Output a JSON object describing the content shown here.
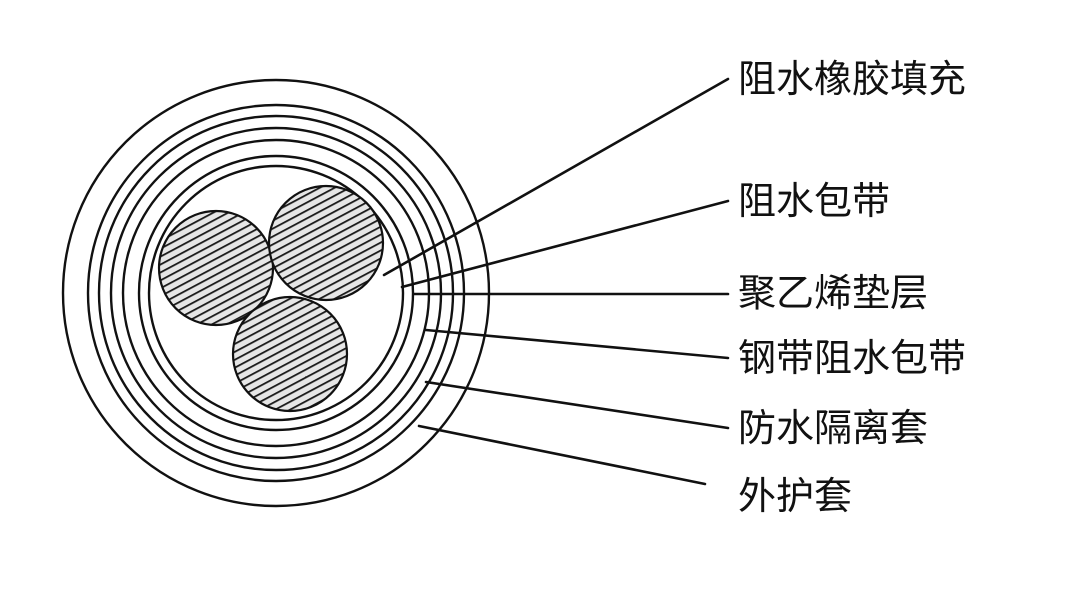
{
  "colors": {
    "line": "#111111",
    "background": "#ffffff",
    "hatch": "#1a1a1a",
    "hatch_gap": "#e6e6e6"
  },
  "labels": [
    {
      "id": "water-blocking-rubber-filler",
      "text": "阻水橡胶填充"
    },
    {
      "id": "water-blocking-tape",
      "text": "阻水包带"
    },
    {
      "id": "polyethylene-bedding",
      "text": "聚乙烯垫层"
    },
    {
      "id": "steel-tape-water-blocking-wrap",
      "text": "钢带阻水包带"
    },
    {
      "id": "waterproof-isolation-sheath",
      "text": "防水隔离套"
    },
    {
      "id": "outer-sheath",
      "text": "外护套"
    }
  ]
}
